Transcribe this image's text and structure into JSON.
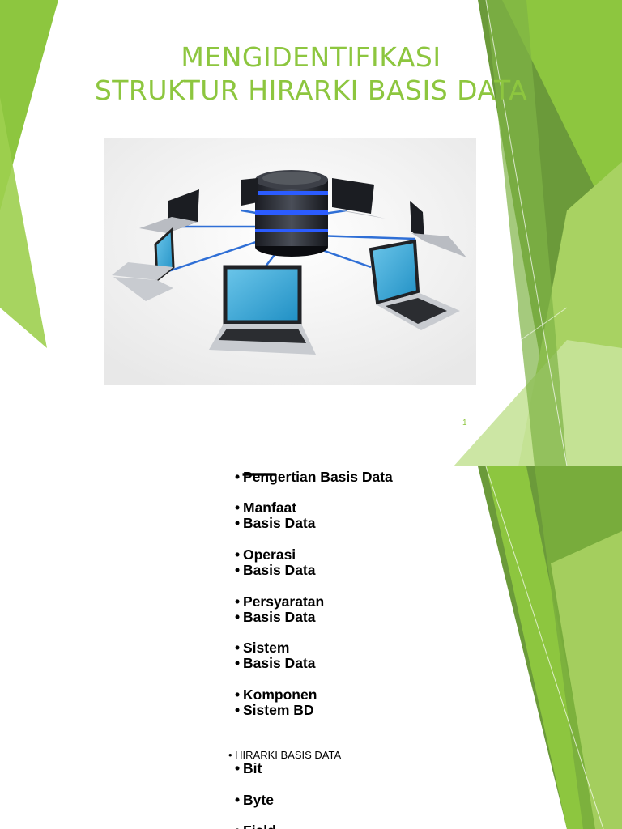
{
  "slide1": {
    "title_line1": "MENGIDENTIFIKASI",
    "title_line2": "STRUKTUR HIRARKI BASIS DATA",
    "slide_number": "1",
    "image_icon": "database-server-network-icon",
    "colors": {
      "accent": "#8dc63f",
      "green_dark": "#6b9a3a",
      "green_light": "#b9dc7a"
    }
  },
  "slide2": {
    "topics": [
      [
        "Pengertian Basis Data"
      ],
      [
        "Manfaat",
        "Basis Data"
      ],
      [
        "Operasi",
        "Basis Data"
      ],
      [
        "Persyaratan",
        "Basis Data"
      ],
      [
        "Sistem",
        "Basis Data"
      ],
      [
        "Komponen",
        "Sistem BD"
      ]
    ],
    "hierarchy_heading": "HIRARKI BASIS DATA",
    "hierarchy_items": [
      "Bit",
      "Byte",
      "Field"
    ]
  }
}
